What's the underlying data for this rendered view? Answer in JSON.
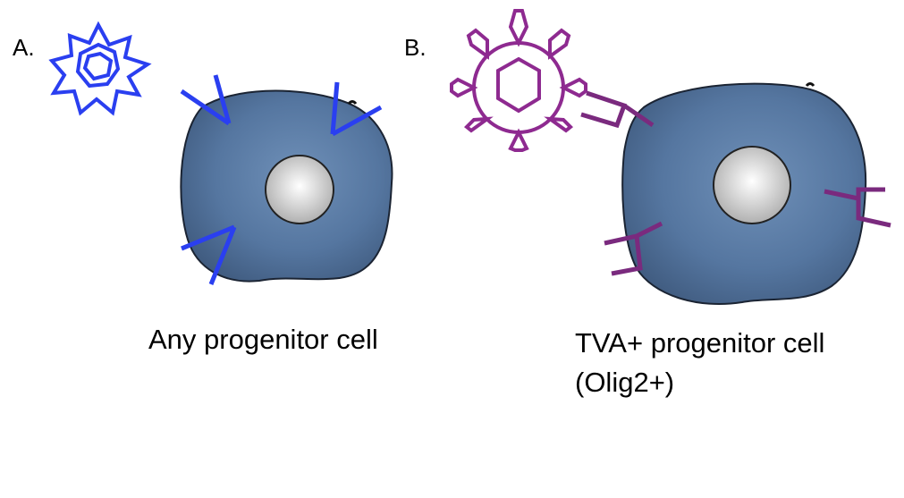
{
  "panels": [
    {
      "label": "A.",
      "caption_lines": [
        "Any progenitor cell"
      ]
    },
    {
      "label": "B.",
      "caption_lines": [
        "TVA+ progenitor cell",
        "(Olig2+)"
      ]
    }
  ],
  "colors": {
    "virus_a": "#2a3ff0",
    "virus_b": "#8e2a90",
    "receptor_b": "#7a2a7e",
    "cell_fill": "#587aa2",
    "nucleus": "#d8d8d8"
  }
}
